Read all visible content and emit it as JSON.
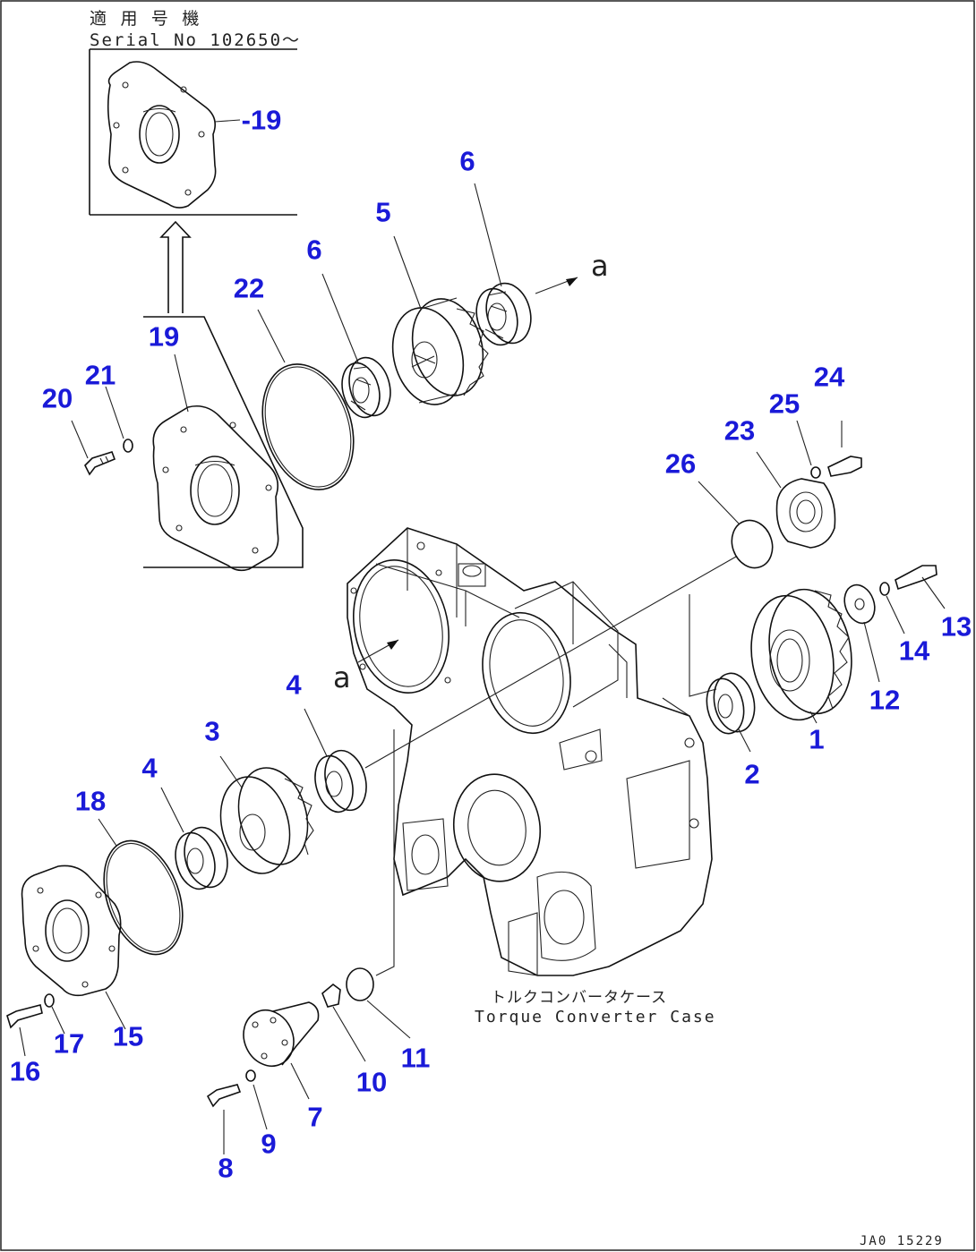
{
  "header": {
    "serial_label_jp": "適 用 号 機",
    "serial_label_en": "Serial No 102650～"
  },
  "case_label": {
    "jp": "トルクコンバータケース",
    "en": "Torque Converter Case"
  },
  "drawing_code": "JA0 15229",
  "reference_mark": "a",
  "callouts": [
    {
      "id": "c1",
      "label": "1"
    },
    {
      "id": "c2",
      "label": "2"
    },
    {
      "id": "c3",
      "label": "3"
    },
    {
      "id": "c4a",
      "label": "4"
    },
    {
      "id": "c4b",
      "label": "4"
    },
    {
      "id": "c5",
      "label": "5"
    },
    {
      "id": "c6a",
      "label": "6"
    },
    {
      "id": "c6b",
      "label": "6"
    },
    {
      "id": "c7",
      "label": "7"
    },
    {
      "id": "c8",
      "label": "8"
    },
    {
      "id": "c9",
      "label": "9"
    },
    {
      "id": "c10",
      "label": "10"
    },
    {
      "id": "c11",
      "label": "11"
    },
    {
      "id": "c12",
      "label": "12"
    },
    {
      "id": "c13",
      "label": "13"
    },
    {
      "id": "c14",
      "label": "14"
    },
    {
      "id": "c15",
      "label": "15"
    },
    {
      "id": "c16",
      "label": "16"
    },
    {
      "id": "c17",
      "label": "17"
    },
    {
      "id": "c18",
      "label": "18"
    },
    {
      "id": "c19a",
      "label": "19"
    },
    {
      "id": "c19b",
      "label": "-19"
    },
    {
      "id": "c20",
      "label": "20"
    },
    {
      "id": "c21",
      "label": "21"
    },
    {
      "id": "c22",
      "label": "22"
    },
    {
      "id": "c23",
      "label": "23"
    },
    {
      "id": "c24",
      "label": "24"
    },
    {
      "id": "c25",
      "label": "25"
    },
    {
      "id": "c26",
      "label": "26"
    }
  ],
  "colors": {
    "callout": "#1a1ad8",
    "linework": "#111111",
    "background": "#ffffff"
  }
}
